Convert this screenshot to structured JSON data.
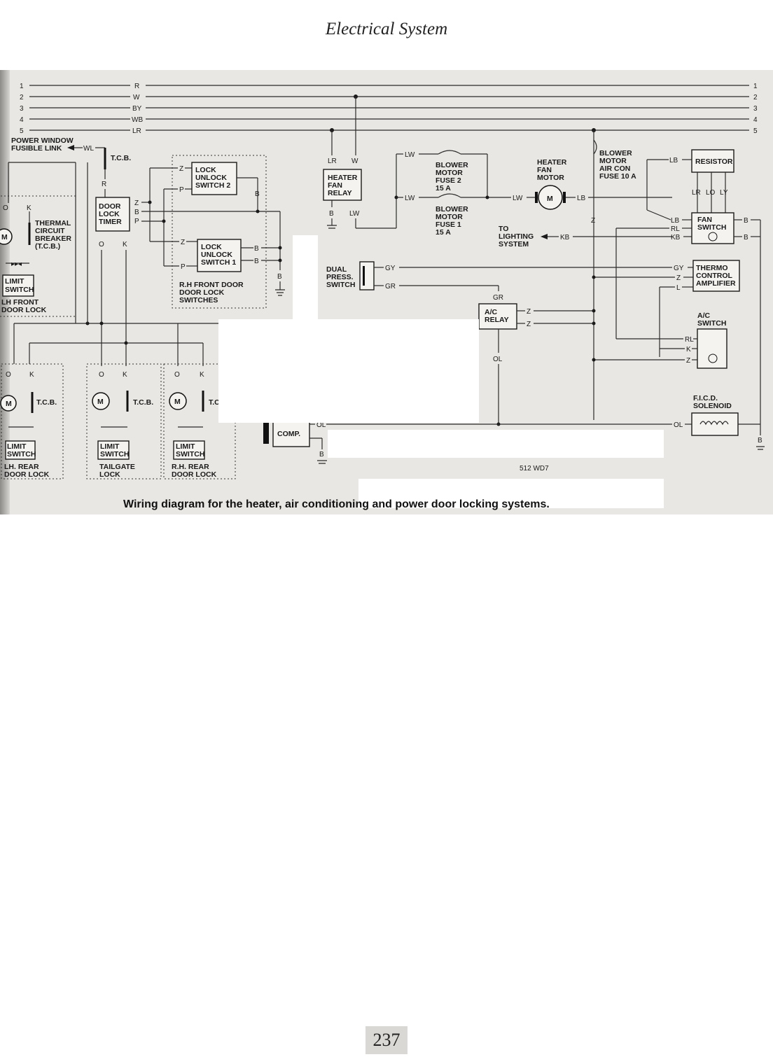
{
  "header": {
    "title": "Electrical System"
  },
  "caption": "Wiring diagram for the heater, air conditioning and power door locking systems.",
  "figure_code": "512 WD7",
  "page_number": "237",
  "diagram": {
    "bus_lines": [
      {
        "number": "1",
        "code": "R"
      },
      {
        "number": "2",
        "code": "W"
      },
      {
        "number": "3",
        "code": "BY"
      },
      {
        "number": "4",
        "code": "WB"
      },
      {
        "number": "5",
        "code": "LR"
      }
    ],
    "fusible_link": {
      "line1": "POWER WINDOW",
      "line2": "FUSIBLE LINK",
      "wire": "WL"
    },
    "tcb": "T.C.B.",
    "thermal_breaker": [
      "THERMAL",
      "CIRCUIT",
      "BREAKER",
      "(T.C.B.)"
    ],
    "limit_switch": [
      "LIMIT",
      "SWITCH"
    ],
    "motor_symbol": "M",
    "lh_front": [
      "LH FRONT",
      "DOOR LOCK"
    ],
    "lh_rear": [
      "LH. REAR",
      "DOOR LOCK"
    ],
    "tailgate": [
      "TAILGATE",
      "LOCK"
    ],
    "rh_rear": [
      "R.H. REAR",
      "DOOR LOCK"
    ],
    "door_lock_timer": [
      "DOOR",
      "LOCK",
      "TIMER"
    ],
    "switch2": [
      "LOCK",
      "UNLOCK",
      "SWITCH 2"
    ],
    "switch1": [
      "LOCK",
      "UNLOCK",
      "SWITCH 1"
    ],
    "rh_front_group": [
      "R.H FRONT DOOR",
      "DOOR LOCK",
      "SWITCHES"
    ],
    "heater_fan_relay": [
      "HEATER",
      "FAN",
      "RELAY"
    ],
    "blower_fuse2": [
      "BLOWER",
      "MOTOR",
      "FUSE 2",
      "15 A"
    ],
    "blower_fuse1": [
      "BLOWER",
      "MOTOR",
      "FUSE 1",
      "15 A"
    ],
    "heater_fan_motor": [
      "HEATER",
      "FAN",
      "MOTOR"
    ],
    "aircon_fuse": [
      "BLOWER",
      "MOTOR",
      "AIR CON",
      "FUSE 10 A"
    ],
    "resistor": "RESISTOR",
    "resistor_taps": [
      "LR",
      "LO",
      "LY"
    ],
    "fan_switch": [
      "FAN",
      "SWITCH"
    ],
    "lighting": [
      "TO",
      "LIGHTING",
      "SYSTEM"
    ],
    "dual_press": [
      "DUAL",
      "PRESS.",
      "SWITCH"
    ],
    "thermo_amp": [
      "THERMO",
      "CONTROL",
      "AMPLIFIER"
    ],
    "ac_relay": [
      "A/C",
      "RELAY"
    ],
    "ac_switch": [
      "A/C",
      "SWITCH"
    ],
    "ficd": [
      "F.I.C.D.",
      "SOLENOID"
    ],
    "comp": "COMP.",
    "wire_codes": {
      "R": "R",
      "O": "O",
      "K": "K",
      "Z": "Z",
      "B": "B",
      "P": "P",
      "LR": "LR",
      "W": "W",
      "LW": "LW",
      "LB": "LB",
      "RL": "RL",
      "KB": "KB",
      "GY": "GY",
      "GR": "GR",
      "L": "L",
      "OL": "OL"
    }
  }
}
